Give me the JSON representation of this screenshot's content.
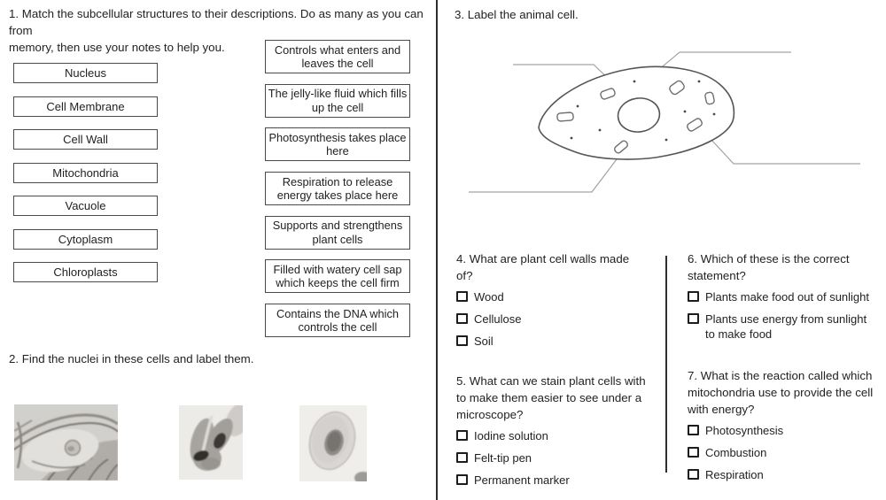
{
  "colors": {
    "text": "#222222",
    "box_border": "#4a4a4a",
    "divider": "#2e2e2e",
    "diagram_line": "#555555",
    "label_line": "#a3a3a3",
    "organelle_line": "#6e6e6e"
  },
  "q1": {
    "heading": "1. Match the subcellular structures to their descriptions. Do as many as you can from\nmemory, then use your notes to help you.",
    "terms": [
      "Nucleus",
      "Cell Membrane",
      "Cell Wall",
      "Mitochondria",
      "Vacuole",
      "Cytoplasm",
      "Chloroplasts"
    ],
    "descriptions": [
      "Controls what enters and\nleaves the cell",
      "The jelly-like fluid which fills\nup the cell",
      "Photosynthesis takes place\nhere",
      "Respiration to release\nenergy takes place here",
      "Supports and strengthens\nplant cells",
      "Filled with watery cell sap\nwhich keeps the cell firm",
      "Contains the DNA which\ncontrols the cell"
    ]
  },
  "q2": {
    "heading": "2. Find the nuclei in these cells and label them.",
    "figures": [
      "plant-cell-micrograph",
      "stained-cells-micrograph",
      "oval-cell-micrograph"
    ]
  },
  "q3": {
    "heading": "3. Label the animal cell."
  },
  "q4": {
    "heading": "4. What are plant cell walls made\nof?",
    "options": [
      "Wood",
      "Cellulose",
      "Soil"
    ]
  },
  "q5": {
    "heading": "5. What can we stain plant cells with\nto make them easier to see under a\nmicroscope?",
    "options": [
      "Iodine solution",
      "Felt-tip pen",
      "Permanent marker"
    ]
  },
  "q6": {
    "heading": "6. Which of these is the correct\nstatement?",
    "options": [
      "Plants make food out of sunlight",
      "Plants use energy from sunlight\nto make food"
    ]
  },
  "q7": {
    "heading": "7. What is the reaction called which\nmitochondria use to provide the cell\nwith energy?",
    "options": [
      "Photosynthesis",
      "Combustion",
      "Respiration"
    ]
  }
}
